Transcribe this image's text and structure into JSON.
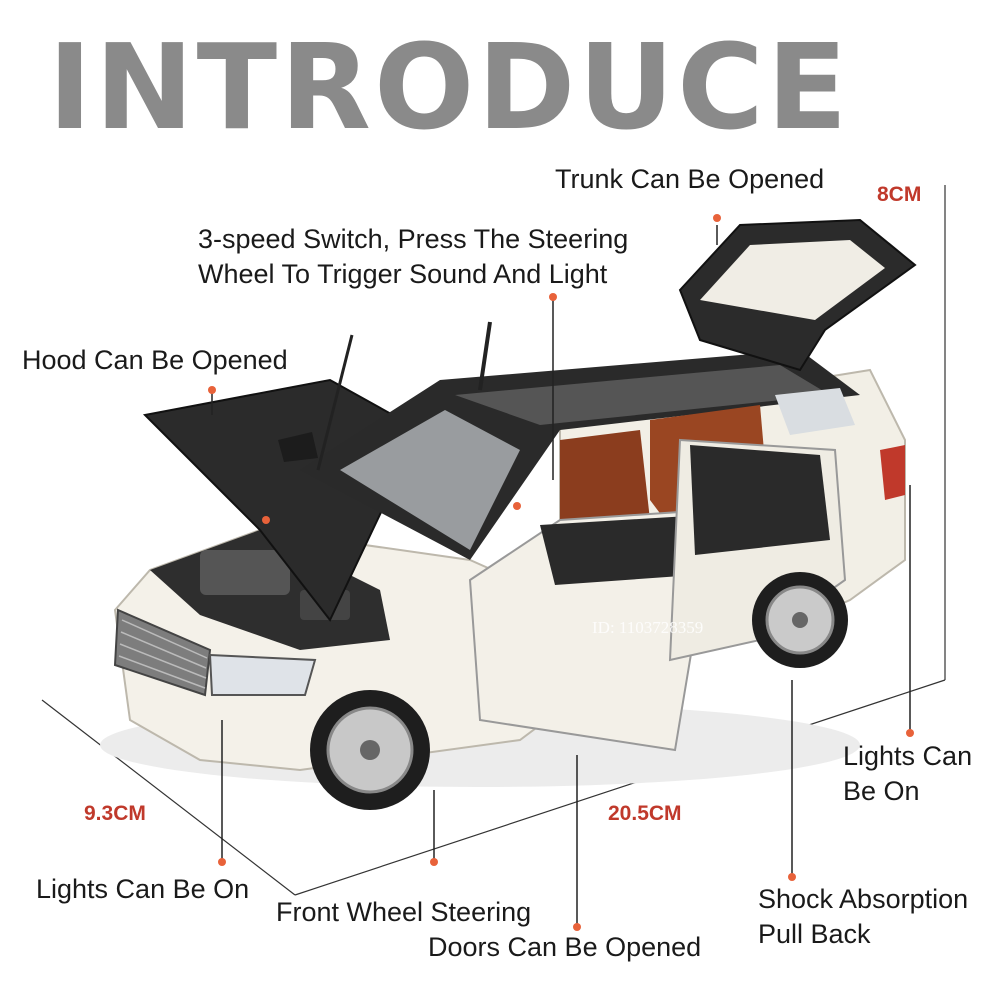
{
  "title": "INTRODUCE",
  "labels": {
    "trunk": "Trunk Can Be Opened",
    "switch_line1": "3-speed Switch, Press The Steering",
    "switch_line2": "Wheel To Trigger Sound And Light",
    "hood": "Hood Can Be Opened",
    "rear_lights_line1": "Lights Can",
    "rear_lights_line2": "Be On",
    "front_lights": "Lights Can Be On",
    "steering": "Front Wheel Steering",
    "doors": "Doors Can Be Opened",
    "shock_line1": "Shock Absorption",
    "shock_line2": "Pull Back"
  },
  "dimensions": {
    "height": "8CM",
    "width": "9.3CM",
    "length": "20.5CM"
  },
  "watermark": "ID: 1103728359",
  "colors": {
    "title": "#8a8a8a",
    "dimension": "#c0392b",
    "dot": "#e8623a",
    "body": "#f2efe6",
    "roof": "#2a2a2a",
    "interior": "#8b3d1e"
  }
}
